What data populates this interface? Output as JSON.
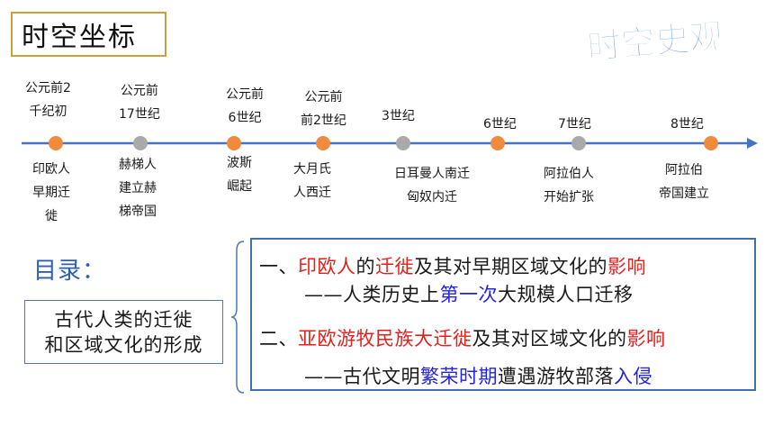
{
  "header": {
    "title": "时空坐标",
    "logo_text": "时空史观"
  },
  "timeline": {
    "points": [
      {
        "era": [
          "公元前2",
          "千纪初"
        ],
        "desc": [
          "印欧人",
          "早期迁",
          "徙"
        ],
        "color": "orange"
      },
      {
        "era": [
          "公元前",
          "17世纪"
        ],
        "desc": [
          "赫梯人",
          "建立赫",
          "梯帝国"
        ],
        "color": "gray"
      },
      {
        "era": [
          "公元前",
          "6世纪"
        ],
        "desc": [
          "波斯",
          "崛起"
        ],
        "color": "orange"
      },
      {
        "era": [
          "公元前",
          "前2世纪"
        ],
        "desc": [
          "大月氏",
          "人西迁"
        ],
        "color": "orange"
      },
      {
        "era": [
          "3世纪"
        ],
        "desc": [
          "日耳曼人南迁",
          "匈奴内迁"
        ],
        "color": "gray"
      },
      {
        "era": [
          "6世纪"
        ],
        "desc": [],
        "color": "orange"
      },
      {
        "era": [
          "7世纪"
        ],
        "desc": [
          "阿拉伯人",
          "开始扩张"
        ],
        "color": "gray"
      },
      {
        "era": [
          "8世纪"
        ],
        "desc": [
          "阿拉伯",
          "帝国建立"
        ],
        "color": "orange"
      }
    ]
  },
  "menu": {
    "label": "目录：",
    "topic": [
      "古代人类的迁徙",
      "和区域文化的形成"
    ],
    "items": [
      {
        "prefix": "一、",
        "parts": [
          "印欧人",
          "的",
          "迁徙",
          "及其对早期区域文化的",
          "影响"
        ]
      },
      {
        "prefix": "——",
        "parts": [
          "人类历史上",
          "第一次",
          "大规模人口迁移"
        ]
      },
      {
        "prefix": "二、",
        "parts": [
          "亚欧游牧民族大迁徙",
          "及其对区域文化的",
          "影响"
        ]
      },
      {
        "prefix": "——",
        "parts": [
          "古代文明",
          "繁荣时期",
          "遭遇游牧部落",
          "入侵"
        ]
      }
    ]
  },
  "colors": {
    "accent_red": "#e0211c",
    "accent_blue": "#2323e0",
    "timeline_blue": "#4472c4",
    "dot_orange": "#f08a3c",
    "dot_gray": "#a9a9a9"
  }
}
